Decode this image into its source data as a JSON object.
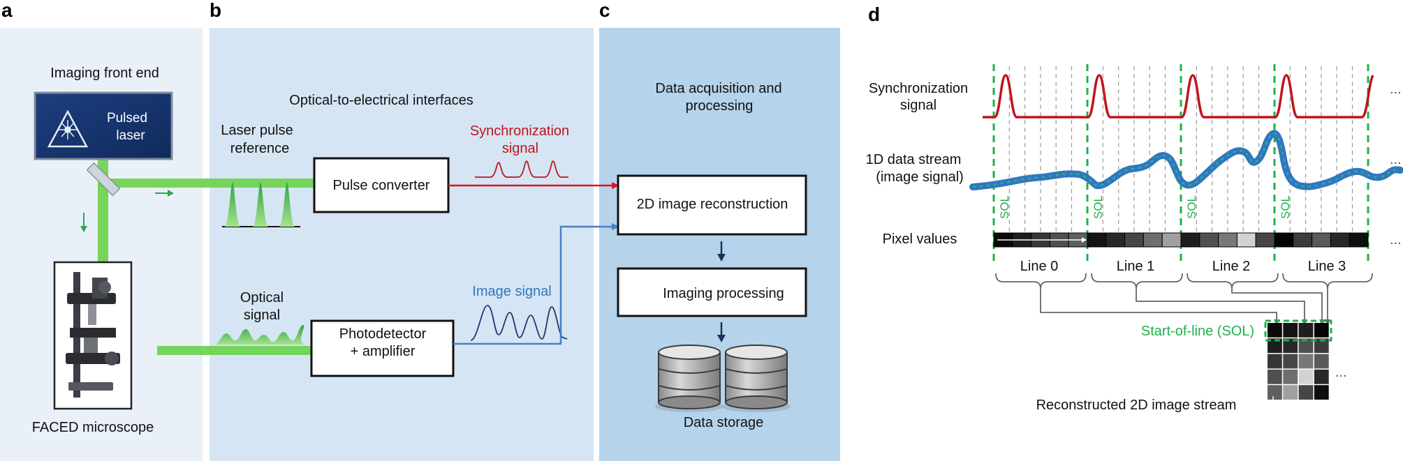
{
  "panels": {
    "a": {
      "label": "a",
      "title": "Imaging front end",
      "laser_line1": "Pulsed",
      "laser_line2": "laser",
      "microscope_label": "FACED microscope"
    },
    "b": {
      "label": "b",
      "title": "Optical-to-electrical interfaces",
      "laser_ref_line1": "Laser pulse",
      "laser_ref_line2": "reference",
      "pulse_converter": "Pulse converter",
      "sync_line1": "Synchronization",
      "sync_line2": "signal",
      "optical_line1": "Optical",
      "optical_line2": "signal",
      "photodetector_line1": "Photodetector",
      "photodetector_line2": "+ amplifier",
      "image_signal": "Image signal"
    },
    "c": {
      "label": "c",
      "title_line1": "Data acquisition and",
      "title_line2": "processing",
      "reconstruction": "2D image reconstruction",
      "processing": "Imaging processing",
      "storage": "Data storage"
    },
    "d": {
      "label": "d",
      "sync_line1": "Synchronization",
      "sync_line2": "signal",
      "stream_line1": "1D data stream",
      "stream_line2": "(image signal)",
      "pixel_values": "Pixel values",
      "sol_marker": "SOL",
      "lines": [
        "Line 0",
        "Line 1",
        "Line 2",
        "Line 3"
      ],
      "ellipsis": "...",
      "sol_full": "Start-of-line (SOL)",
      "reconstructed": "Reconstructed 2D image stream"
    }
  },
  "colors": {
    "panel_a_bg": "#e9f0f8",
    "panel_b_bg": "#d5e5f3",
    "panel_c_bg": "#b5d3ea",
    "beam_green": "#5fcf3c",
    "sync_red": "#c0141c",
    "image_blue": "#2e78c0",
    "dark_navy": "#1f2f5c",
    "sol_green": "#1db24a"
  },
  "pixels": {
    "row_gray_levels": [
      10,
      30,
      55,
      80,
      95,
      20,
      40,
      70,
      110,
      160,
      30,
      80,
      120,
      210,
      70,
      5,
      60,
      90,
      40,
      15
    ]
  }
}
